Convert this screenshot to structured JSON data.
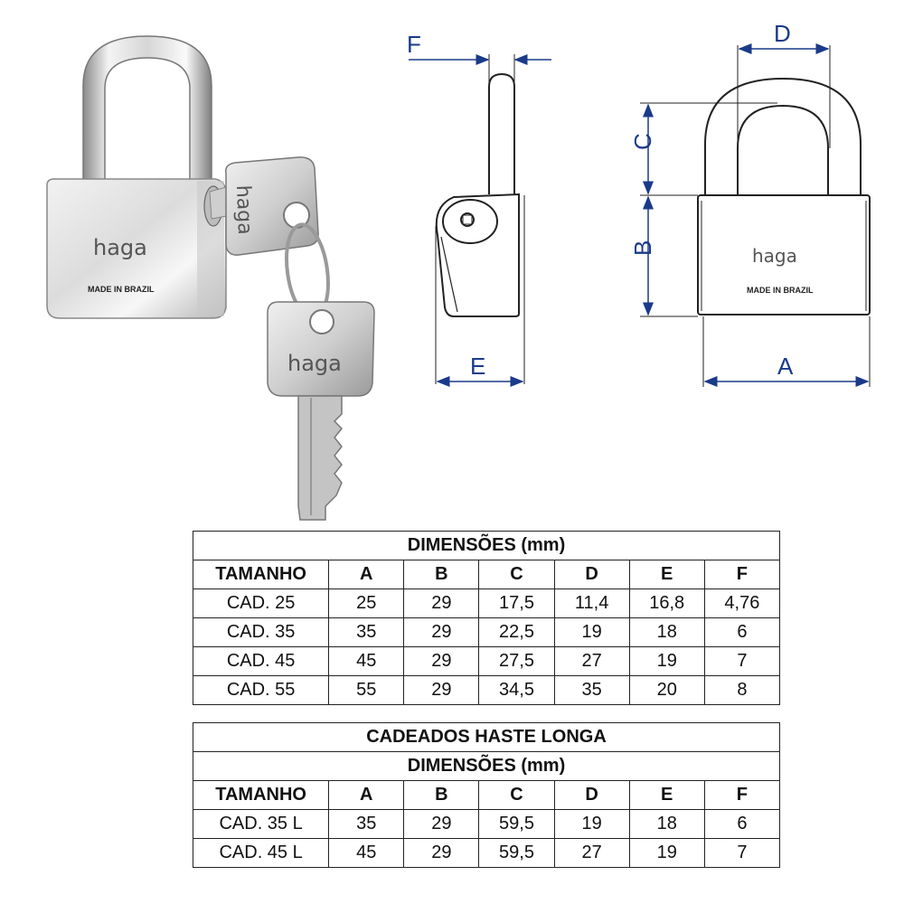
{
  "product": {
    "brand": "haga",
    "made_in": "MADE IN BRAZIL"
  },
  "diagram": {
    "labels": {
      "A": "A",
      "B": "B",
      "C": "C",
      "D": "D",
      "E": "E",
      "F": "F"
    }
  },
  "table_standard": {
    "title": "DIMENSÕES (mm)",
    "headers": [
      "TAMANHO",
      "A",
      "B",
      "C",
      "D",
      "E",
      "F"
    ],
    "rows": [
      [
        "CAD. 25",
        "25",
        "29",
        "17,5",
        "11,4",
        "16,8",
        "4,76"
      ],
      [
        "CAD. 35",
        "35",
        "29",
        "22,5",
        "19",
        "18",
        "6"
      ],
      [
        "CAD. 45",
        "45",
        "29",
        "27,5",
        "27",
        "19",
        "7"
      ],
      [
        "CAD. 55",
        "55",
        "29",
        "34,5",
        "35",
        "20",
        "8"
      ]
    ]
  },
  "table_long": {
    "title": "CADEADOS HASTE LONGA",
    "subtitle": "DIMENSÕES (mm)",
    "headers": [
      "TAMANHO",
      "A",
      "B",
      "C",
      "D",
      "E",
      "F"
    ],
    "rows": [
      [
        "CAD. 35 L",
        "35",
        "29",
        "59,5",
        "19",
        "18",
        "6"
      ],
      [
        "CAD. 45 L",
        "45",
        "29",
        "59,5",
        "27",
        "19",
        "7"
      ]
    ]
  }
}
